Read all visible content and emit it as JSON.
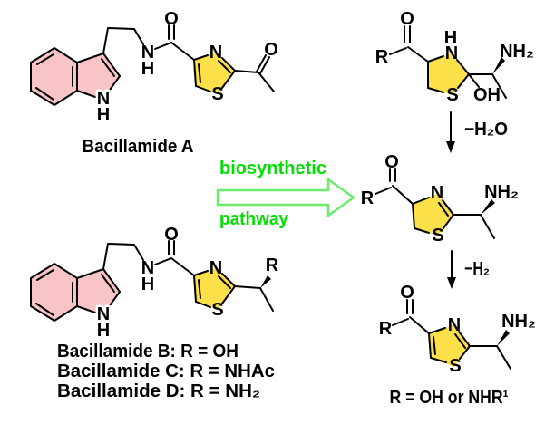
{
  "colors": {
    "indole_fill": "#F9C4C8",
    "thiazole_fill": "#FBE04A",
    "green_text": "#00DF00",
    "green_arrow_stroke": "#6CEB6C",
    "bond": "#000000"
  },
  "atoms": {
    "O": "O",
    "N": "N",
    "H": "H",
    "S": "S",
    "R": "R",
    "NH2": "NH₂",
    "OH": "OH"
  },
  "captions": {
    "bacillamide_a": "Bacillamide A",
    "bacillamide_b": "Bacillamide B: R = OH",
    "bacillamide_c": "Bacillamide C: R = NHAc",
    "bacillamide_d": "Bacillamide D: R = NH₂",
    "r_definition": "R = OH or NHR¹"
  },
  "green_arrow": {
    "line1": "biosynthetic",
    "line2": "pathway"
  },
  "reactions": {
    "step1": "−H₂O",
    "step2": "−H₂"
  }
}
